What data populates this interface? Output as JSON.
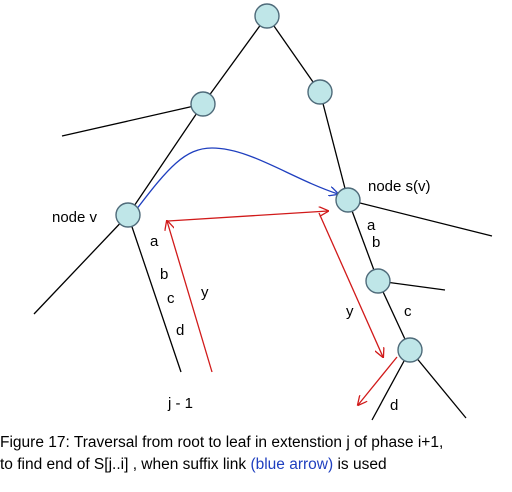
{
  "diagram": {
    "node_v_label": "node v",
    "node_sv_label": "node s(v)",
    "left_edge_labels": [
      "a",
      "b",
      "c",
      "d"
    ],
    "right_edge_labels_top": [
      "a",
      "b"
    ],
    "right_edge_label_c": "c",
    "right_edge_label_d": "d",
    "left_y_label": "y",
    "right_y_label": "y",
    "leaf_label": "j - 1",
    "colors": {
      "node_fill": "#bfe6e8",
      "node_stroke": "#4f6b7a",
      "edge": "#000000",
      "suffix_link": "#1f3fbf",
      "traversal": "#d11a1a"
    }
  },
  "caption": {
    "line1": "Figure 17: Traversal from root to leaf in extenstion j of phase i+1,",
    "line2_pre": "to find end of S[j..i] , when suffix link ",
    "line2_blue": "(blue arrow)",
    "line2_post": " is  used"
  }
}
